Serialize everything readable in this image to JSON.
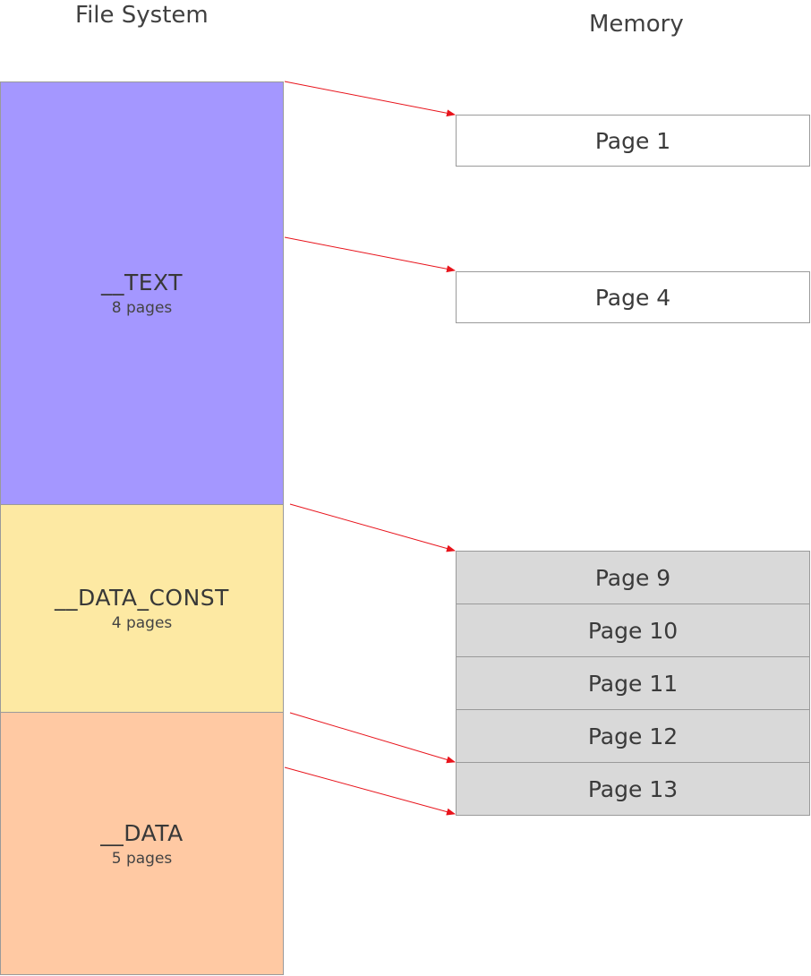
{
  "headings": {
    "file_system": "File System",
    "memory": "Memory"
  },
  "segments": [
    {
      "name": "__TEXT",
      "pages": "8 pages",
      "color": "#a497ff"
    },
    {
      "name": "__DATA_CONST",
      "pages": "4 pages",
      "color": "#fde9a3"
    },
    {
      "name": "__DATA",
      "pages": "5 pages",
      "color": "#ffc9a3"
    }
  ],
  "memory_pages": [
    {
      "label": "Page 1",
      "fill": "#ffffff"
    },
    {
      "label": "Page 4",
      "fill": "#ffffff"
    },
    {
      "label": "Page 9",
      "fill": "#d9d9d9"
    },
    {
      "label": "Page 10",
      "fill": "#d9d9d9"
    },
    {
      "label": "Page 11",
      "fill": "#d9d9d9"
    },
    {
      "label": "Page 12",
      "fill": "#d9d9d9"
    },
    {
      "label": "Page 13",
      "fill": "#d9d9d9"
    }
  ],
  "arrow_color": "#e8141c"
}
